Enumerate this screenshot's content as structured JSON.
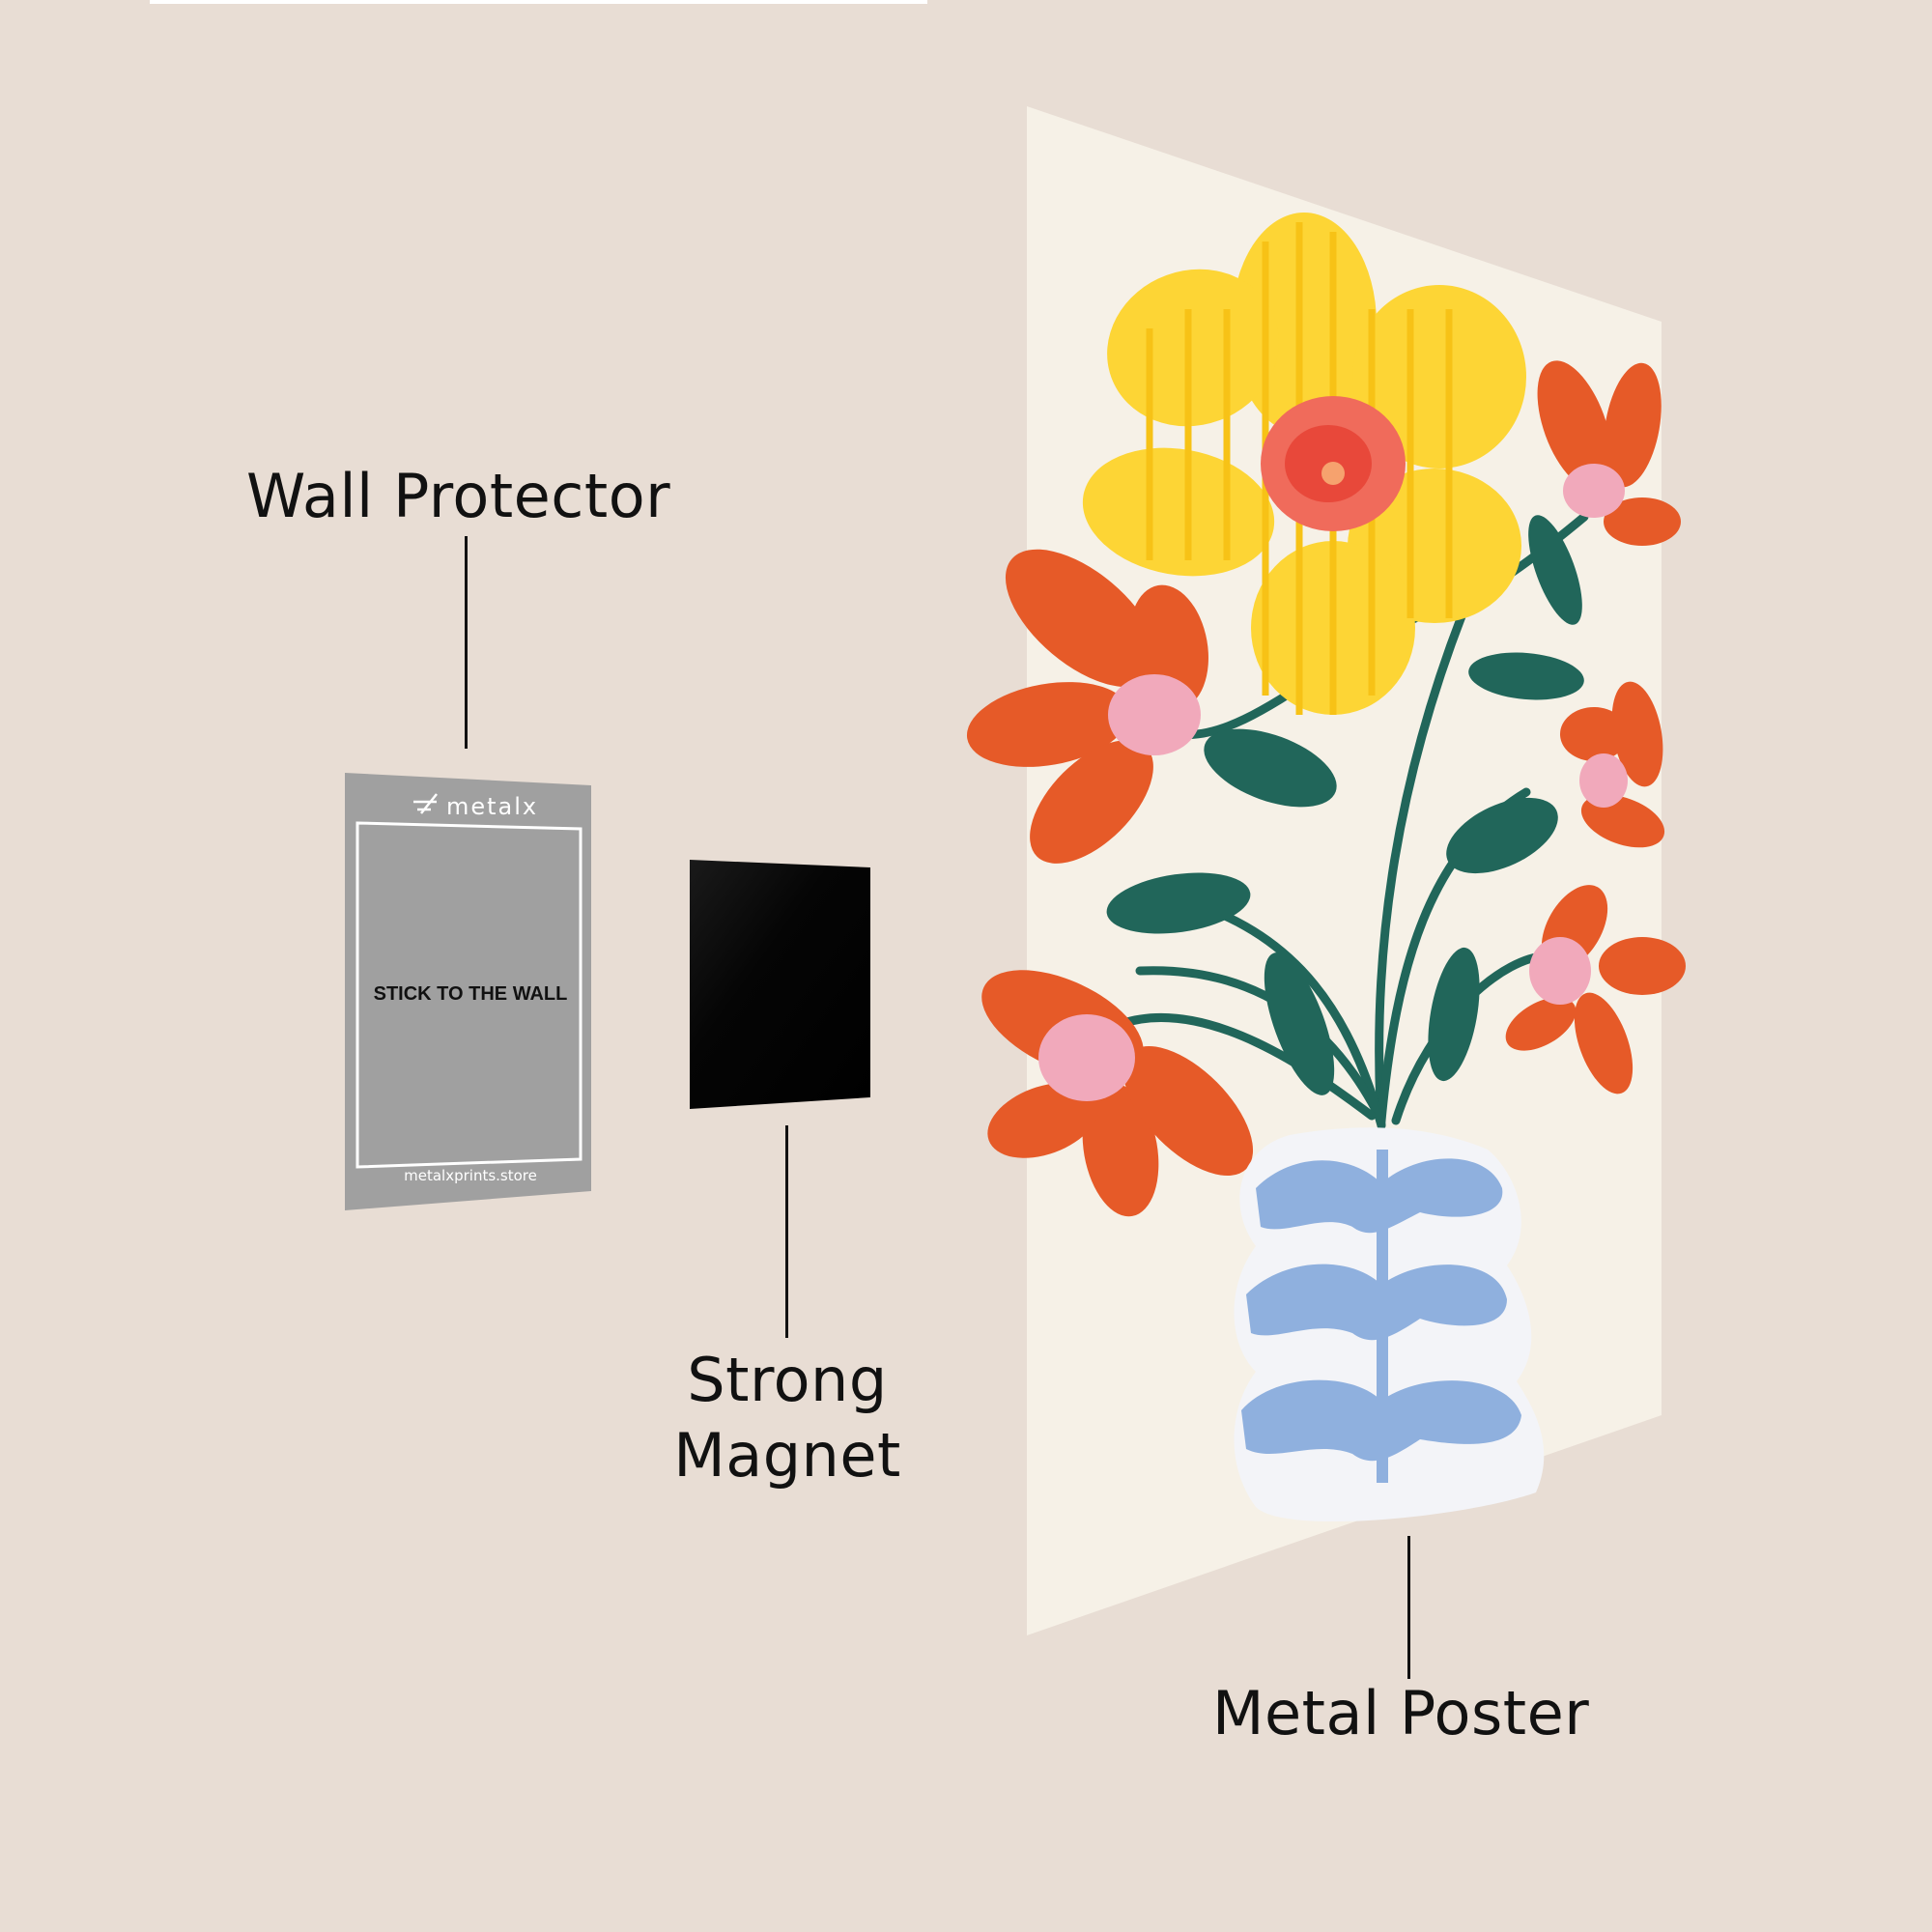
{
  "labels": {
    "wall_protector": "Wall Protector",
    "strong_magnet_line1": "Strong",
    "strong_magnet_line2": "Magnet",
    "metal_poster": "Metal Poster"
  },
  "protector_card": {
    "brand": "metalx",
    "instruction": "STICK TO THE WALL",
    "website": "metalxprints.store"
  },
  "colors": {
    "background": "#e8ddd4",
    "protector": "#a0a0a0",
    "magnet": "#000000",
    "poster_bg": "#f6f1e7",
    "yellow_petal": "#fdd535",
    "orange_petal": "#e65a28",
    "pink_center": "#f1a9bb",
    "stem": "#21665a",
    "vase_blue": "#8fb0de"
  }
}
